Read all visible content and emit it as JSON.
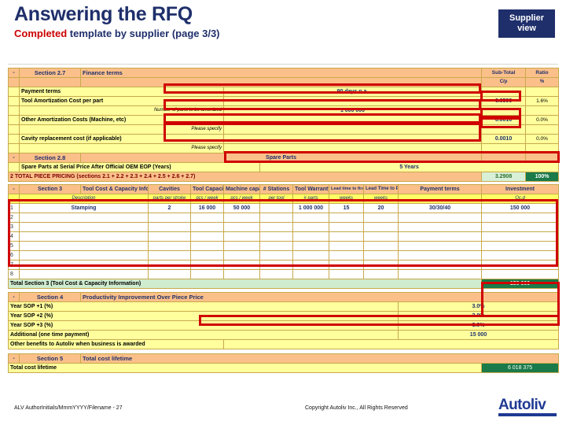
{
  "header": {
    "title": "Answering the RFQ",
    "subtitle_highlight": "Completed",
    "subtitle_rest": " template by supplier (page 3/3)",
    "badge_line1": "Supplier",
    "badge_line2": "view",
    "accent_blue": "#1f2f6b",
    "accent_red": "#cc0000"
  },
  "sheet": {
    "section27": {
      "marker": "-",
      "number": "Section 2.7",
      "name": "Finance terms",
      "col_subtotal": "Sub-Total",
      "col_subtotal_unit": "C/p",
      "col_ratio": "Ratio",
      "col_ratio_unit": "%",
      "rows": [
        {
          "label": "Payment terms",
          "entry": "90 days n.a.",
          "value": "",
          "pct": ""
        },
        {
          "label": "Tool Amortization Cost per part",
          "entry": "",
          "value": "0.0500",
          "pct": "1.6%"
        },
        {
          "label": "Number of parts to be amortized",
          "entry": "1 000 000",
          "value": "",
          "pct": ""
        },
        {
          "label": "Other Amortization Costs (Machine, etc)",
          "entry": "",
          "value": "0.0010",
          "pct": "0.0%"
        },
        {
          "label": "Please specify",
          "entry": "",
          "value": "",
          "pct": ""
        },
        {
          "label": "Cavity replacement cost (if applicable)",
          "entry": "",
          "value": "0.0010",
          "pct": "0.0%"
        },
        {
          "label": "Please specify",
          "entry": "",
          "value": "",
          "pct": ""
        }
      ]
    },
    "section28": {
      "marker": "-",
      "number": "Section 2.8",
      "name": "",
      "col_title": "Spare Parts",
      "row_label": "Spare Parts at Serial Price After Official OEM EOP (Years)",
      "row_entry": "5 Years"
    },
    "total2": {
      "label": "2 TOTAL PIECE PRICING (sections 2.1 + 2.2 + 2.3 + 2.4 + 2.5 + 2.6 + 2.7)",
      "value": "3.2908",
      "pct": "100%"
    },
    "section3": {
      "marker": "-",
      "number": "Section 3",
      "headers": [
        "Tool Cost & Capacity Info",
        "Cavities",
        "Tool Capacity",
        "Machine capacity",
        "# Stations",
        "Tool Warranty",
        "Lead time to first off parts",
        "Lead Time to PPAP",
        "Payment terms",
        "Investment"
      ],
      "units": [
        "Description",
        "parts per stroke",
        "pcs / week",
        "pcs / week",
        "per tool",
        "# parts",
        "weeks",
        "weeks",
        "",
        "Oc.d"
      ],
      "rows": [
        {
          "n": "1",
          "desc": "Stamping",
          "cavities": "2",
          "tool_capacity": "16 000",
          "machine_capacity": "50 000",
          "stations": "",
          "tool_warranty": "1 000 000",
          "lead_first_off": "15",
          "lead_ppap": "20",
          "payment_terms": "30/30/40",
          "investment": "150 000"
        },
        {
          "n": "2",
          "desc": "",
          "cavities": "",
          "tool_capacity": "",
          "machine_capacity": "",
          "stations": "",
          "tool_warranty": "",
          "lead_first_off": "",
          "lead_ppap": "",
          "payment_terms": "",
          "investment": ""
        },
        {
          "n": "3",
          "desc": "",
          "cavities": "",
          "tool_capacity": "",
          "machine_capacity": "",
          "stations": "",
          "tool_warranty": "",
          "lead_first_off": "",
          "lead_ppap": "",
          "payment_terms": "",
          "investment": ""
        },
        {
          "n": "4",
          "desc": "",
          "cavities": "",
          "tool_capacity": "",
          "machine_capacity": "",
          "stations": "",
          "tool_warranty": "",
          "lead_first_off": "",
          "lead_ppap": "",
          "payment_terms": "",
          "investment": ""
        },
        {
          "n": "5",
          "desc": "",
          "cavities": "",
          "tool_capacity": "",
          "machine_capacity": "",
          "stations": "",
          "tool_warranty": "",
          "lead_first_off": "",
          "lead_ppap": "",
          "payment_terms": "",
          "investment": ""
        },
        {
          "n": "6",
          "desc": "",
          "cavities": "",
          "tool_capacity": "",
          "machine_capacity": "",
          "stations": "",
          "tool_warranty": "",
          "lead_first_off": "",
          "lead_ppap": "",
          "payment_terms": "",
          "investment": ""
        },
        {
          "n": "7",
          "desc": "",
          "cavities": "",
          "tool_capacity": "",
          "machine_capacity": "",
          "stations": "",
          "tool_warranty": "",
          "lead_first_off": "",
          "lead_ppap": "",
          "payment_terms": "",
          "investment": ""
        },
        {
          "n": "8",
          "desc": "",
          "cavities": "",
          "tool_capacity": "",
          "machine_capacity": "",
          "stations": "",
          "tool_warranty": "",
          "lead_first_off": "",
          "lead_ppap": "",
          "payment_terms": "",
          "investment": ""
        }
      ],
      "total_label": "Total Section 3 (Tool Cost & Capacity Information)",
      "total_value": "150 000"
    },
    "section4": {
      "marker": "-",
      "number": "Section 4",
      "name": "Productivity Improvement Over Piece Price",
      "rows": [
        {
          "label": "Year SOP +1 (%)",
          "value": "3.0%"
        },
        {
          "label": "Year SOP +2 (%)",
          "value": "3.0%"
        },
        {
          "label": "Year SOP +3 (%)",
          "value": "3.0%"
        },
        {
          "label": "Additional (one time payment)",
          "value": "15 000"
        },
        {
          "label": "Other benefits to Autoliv when business is awarded",
          "value": ""
        }
      ]
    },
    "section5": {
      "marker": "-",
      "number": "Section 5",
      "name": "Total cost lifetime",
      "row_label": "Total cost lifetime",
      "row_value": "6 018 375"
    }
  },
  "footer": {
    "left": "ALV AuthorInitials/MmmYYYY/Filename - 27",
    "center": "Copyright Autoliv Inc., All Rights Reserved",
    "logo_text": "Autoliv"
  }
}
